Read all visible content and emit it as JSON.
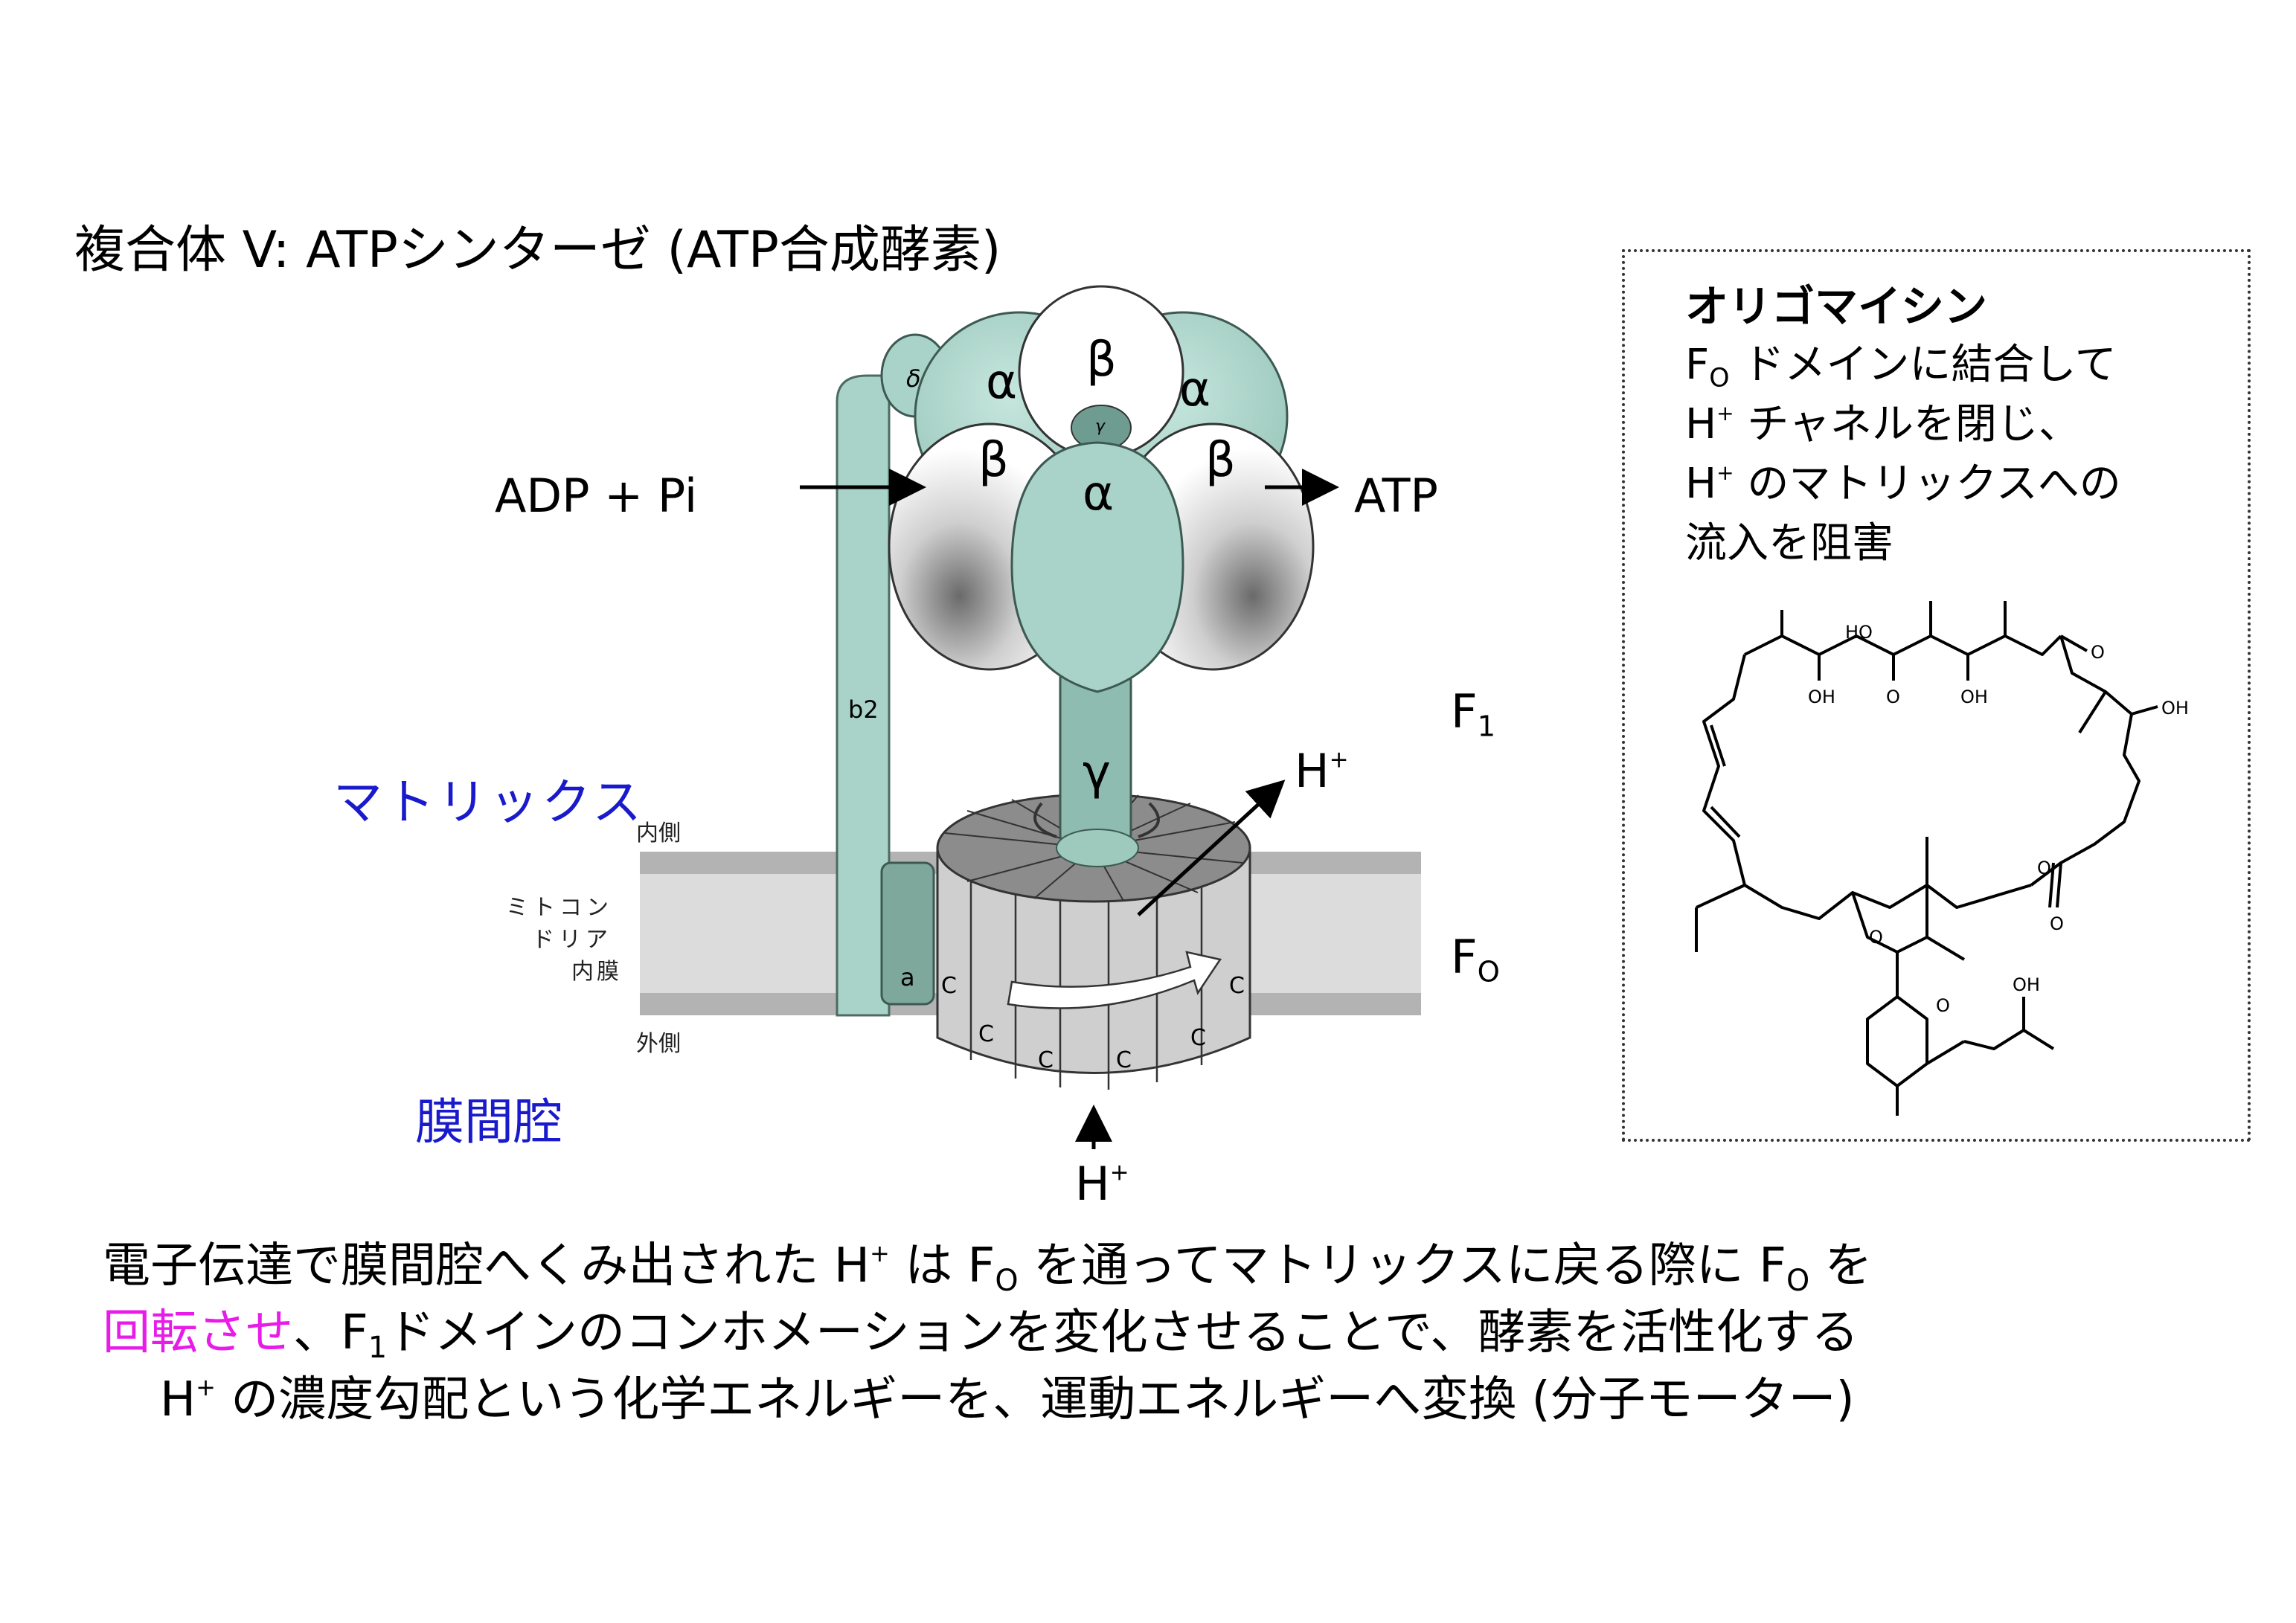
{
  "title": "複合体 V:  ATPシンターゼ (ATP合成酵素)",
  "diagram": {
    "substrate": "ADP + Pi",
    "product": "ATP",
    "proton": "H",
    "plus": "+",
    "F1": {
      "base": "F",
      "sub": "1"
    },
    "FO": {
      "base": "F",
      "sub": "O"
    },
    "matrix": "マトリックス",
    "ims": "膜間腔",
    "inner_side": "内側",
    "outer_side": "外側",
    "membrane_lines": [
      "ミトコン",
      "ドリア",
      "内膜"
    ],
    "subunits": {
      "alpha": "α",
      "beta": "β",
      "gamma": "γ",
      "delta": "δ",
      "b2": "b2",
      "a": "a",
      "c": "C"
    }
  },
  "panel": {
    "title": "オリゴマイシン",
    "line1_mid": " ドメインに結合して",
    "line2_mid": " チャネルを閉じ、",
    "line3_mid": " のマトリックスへの",
    "line4": "流入を阻害",
    "atom_labels": {
      "HO": "HO",
      "OH": "OH",
      "O": "O"
    }
  },
  "bottom": {
    "l1_a": "電子伝達で膜間腔へくみ出された ",
    "l1_b": " は ",
    "l1_c": " を通ってマトリックスに戻る際に ",
    "l1_d": " を",
    "l2_pink": "回転させ",
    "l2_a": "、",
    "l2_b": "ドメインのコンホメーションを変化させることで、酵素を活性化する",
    "l3_b": " の濃度勾配という化学エネルギーを、運動エネルギーへ変換 (分子モーター)"
  },
  "colors": {
    "teal": "#a9d3c9",
    "teal_dark": "#5e8f82",
    "blue_label": "#1a1acd",
    "pink": "#e81ce8"
  }
}
